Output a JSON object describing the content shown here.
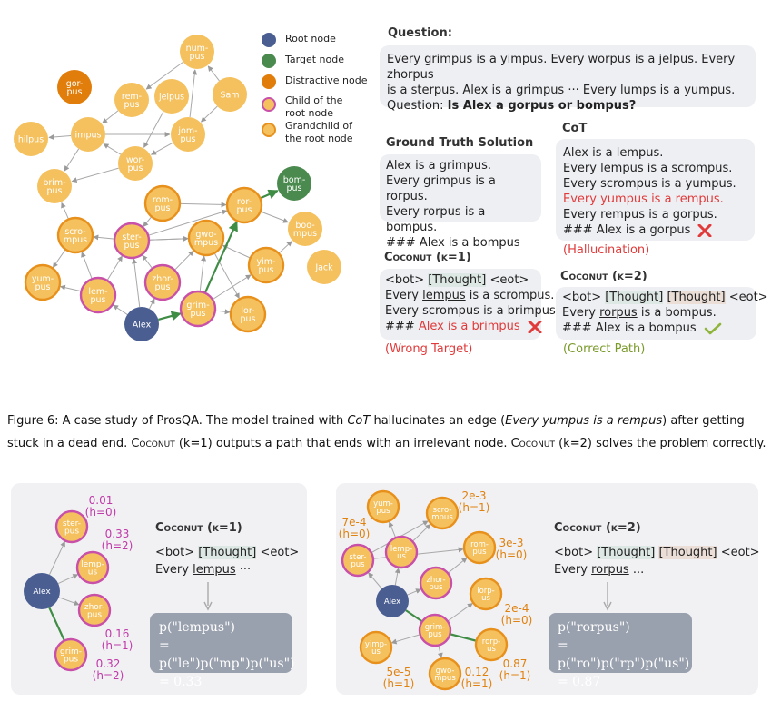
{
  "legend": {
    "items": [
      {
        "label": "Root node",
        "color": "#4a5e92"
      },
      {
        "label": "Target node",
        "color": "#4a8a4e"
      },
      {
        "label": "Distractive node",
        "color": "#e17d0a"
      },
      {
        "label": "Child of the root node",
        "color": "#f4c15e",
        "border": "#c850a8"
      },
      {
        "label": "Grandchild of the root node",
        "color": "#f4c15e",
        "border": "#e8901c"
      }
    ]
  },
  "graph": {
    "nodes": [
      {
        "id": "num-pus",
        "label": "num-\npus",
        "type": "plain"
      },
      {
        "id": "gor-pus",
        "label": "gor-\npus",
        "type": "distractive"
      },
      {
        "id": "rem-pus",
        "label": "rem-\npus",
        "type": "plain"
      },
      {
        "id": "jelpus",
        "label": "jelpus",
        "type": "plain"
      },
      {
        "id": "Sam",
        "label": "Sam",
        "type": "plain"
      },
      {
        "id": "hilpus",
        "label": "hilpus",
        "type": "plain"
      },
      {
        "id": "impus",
        "label": "impus",
        "type": "plain"
      },
      {
        "id": "jom-pus",
        "label": "jom-\npus",
        "type": "plain"
      },
      {
        "id": "wor-pus",
        "label": "wor-\npus",
        "type": "plain"
      },
      {
        "id": "brim-pus",
        "label": "brim-\npus",
        "type": "plain"
      },
      {
        "id": "bom-pus",
        "label": "bom-\npus",
        "type": "target"
      },
      {
        "id": "rom-pus",
        "label": "rom-\npus",
        "type": "grandchild"
      },
      {
        "id": "ror-pus",
        "label": "ror-\npus",
        "type": "grandchild"
      },
      {
        "id": "boo-mpus",
        "label": "boo-\nmpus",
        "type": "plain"
      },
      {
        "id": "scro-mpus",
        "label": "scro-\nmpus",
        "type": "grandchild"
      },
      {
        "id": "ster-pus",
        "label": "ster-\npus",
        "type": "child"
      },
      {
        "id": "gwo-mpus",
        "label": "gwo-\nmpus",
        "type": "grandchild"
      },
      {
        "id": "yim-pus",
        "label": "yim-\npus",
        "type": "grandchild"
      },
      {
        "id": "Jack",
        "label": "Jack",
        "type": "plain"
      },
      {
        "id": "yum-pus",
        "label": "yum-\npus",
        "type": "grandchild"
      },
      {
        "id": "lem-pus",
        "label": "lem-\npus",
        "type": "child"
      },
      {
        "id": "zhor-pus",
        "label": "zhor-\npus",
        "type": "child"
      },
      {
        "id": "grim-pus",
        "label": "grim-\npus",
        "type": "child"
      },
      {
        "id": "lor-pus",
        "label": "lor-\npus",
        "type": "grandchild"
      },
      {
        "id": "Alex",
        "label": "Alex",
        "type": "root"
      }
    ]
  },
  "question": {
    "title": "Question:",
    "line1": "Every grimpus is a yimpus. Every worpus is a jelpus. Every zhorpus",
    "line2": "is a sterpus. Alex is a grimpus ··· Every lumps is a yumpus.",
    "line3_prefix": "Question: ",
    "line3_bold": "Is Alex a gorpus or bompus?"
  },
  "gt": {
    "title": "Ground Truth Solution",
    "lines": [
      "Alex is a grimpus.",
      "Every grimpus is a rorpus.",
      "Every rorpus is a bompus.",
      "### Alex is a bompus"
    ]
  },
  "cot": {
    "title": "CoT",
    "lines": [
      "Alex is a lempus.",
      "Every lempus is a scrompus.",
      "Every scrompus is a yumpus."
    ],
    "red_line": "Every yumpus is a rempus.",
    "lines_after": [
      "Every rempus is a gorpus."
    ],
    "last_line": "### Alex is a gorpus",
    "note": "(Hallucination)"
  },
  "coconut1": {
    "title": "Coconut (k=1)",
    "bot": "<bot>",
    "thought": "[Thought]",
    "eot": "<eot>",
    "line2_a": "Every ",
    "line2_u": "lempus",
    "line2_b": " is a scrompus.",
    "line3": "Every scrompus is a brimpus.",
    "line4_a": "### ",
    "line4_red": "Alex is a brimpus",
    "note": "(Wrong Target)"
  },
  "coconut2": {
    "title": "Coconut (k=2)",
    "bot": "<bot>",
    "thought": "[Thought]",
    "eot": "<eot>",
    "line2_a": "Every ",
    "line2_u": "rorpus",
    "line2_b": " is a bompus.",
    "line3": "### Alex is a bompus",
    "note": "(Correct Path)"
  },
  "caption": {
    "fig": "Figure 6: A case study of ProsQA. The model trained with ",
    "cot": "CoT",
    "a": " hallucinates an edge (",
    "italic": "Every yumpus is a rempus",
    "b": ") after getting stuck in a dead end. ",
    "coconut": "Coconut",
    "c": " (k=1) outputs a path that ends with an irrelevant node. ",
    "d": " (k=2) solves the problem correctly."
  },
  "bottom_left": {
    "title": "Coconut (k=1)",
    "bot": "<bot>",
    "thought": "[Thought]",
    "eot": "<eot>",
    "line2_a": "Every ",
    "line2_u": "lempus",
    "line2_b": " ···",
    "formula": [
      "p(\"lempus\")",
      "= p(\"le\")p(\"mp\")p(\"us\")",
      "= 0.33"
    ],
    "nodes": {
      "Alex": "Alex",
      "ster": "ster-\npus",
      "lemp": "lemp-\nus",
      "zhor": "zhor-\npus",
      "grim": "grim-\npus"
    },
    "probs": {
      "ster": "0.01",
      "ster_h": "(h=0)",
      "lemp": "0.33",
      "lemp_h": "(h=2)",
      "zhor": "0.16",
      "zhor_h": "(h=1)",
      "grim": "0.32",
      "grim_h": "(h=2)"
    }
  },
  "bottom_right": {
    "title": "Coconut (k=2)",
    "bot": "<bot>",
    "thought1": "[Thought]",
    "thought2": "[Thought]",
    "eot": "<eot>",
    "line2_a": "Every ",
    "line2_u": "rorpus",
    "line2_b": " ...",
    "formula": [
      "p(\"rorpus\")",
      "= p(\"ro\")p(\"rp\")p(\"us\")",
      "= 0.87"
    ],
    "nodes": {
      "yum": "yum-\npus",
      "scro": "scro-\nmpus",
      "ster": "ster-\npus",
      "lemp": "lemp-\nus",
      "rom": "rom-\npus",
      "zhor": "zhor-\npus",
      "Alex": "Alex",
      "lorp": "lorp-\nus",
      "grim": "grim-\npus",
      "yimp": "yimp-\nus",
      "rorp": "rorp-\nus",
      "gwo": "gwo-\nmpus"
    },
    "probs": {
      "scro": "2e-3",
      "scro_h": "(h=1)",
      "yum": "7e-4",
      "yum_h": "(h=0)",
      "rom": "3e-3",
      "rom_h": "(h=0)",
      "lorp": "2e-4",
      "lorp_h": "(h=0)",
      "yimp": "5e-5",
      "yimp_h": "(h=1)",
      "gwo": "0.12",
      "gwo_h": "(h=1)",
      "rorp": "0.87",
      "rorp_h": "(h=1)"
    }
  }
}
